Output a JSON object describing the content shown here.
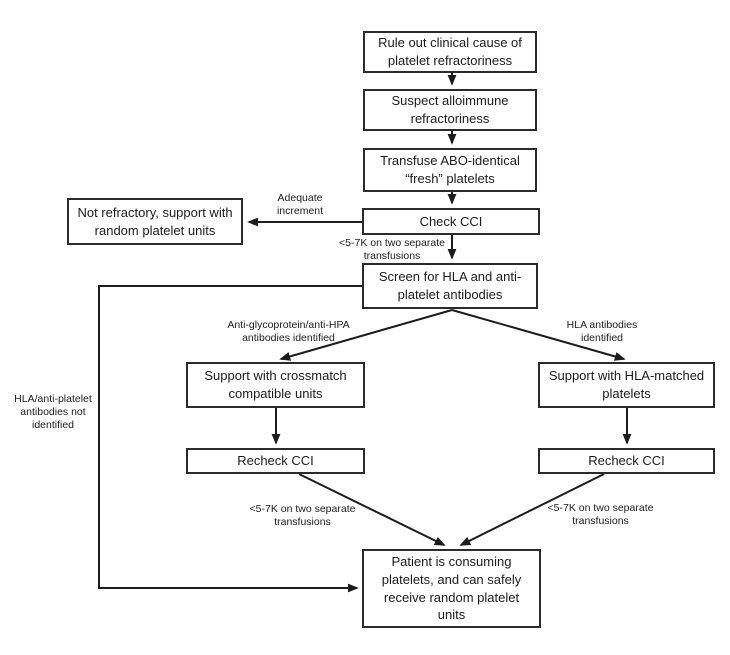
{
  "colors": {
    "background": "#ffffff",
    "box_border": "#2b2b2b",
    "line": "#1c1c1c",
    "text": "#1c1c1c"
  },
  "nodes": {
    "rule_out": "Rule out clinical cause of platelet refractoriness",
    "suspect": "Suspect alloimmune refractoriness",
    "transfuse": "Transfuse ABO-identical “fresh” platelets",
    "check_cci": "Check CCI",
    "not_refractory": "Not refractory, support with random platelet units",
    "screen": "Screen for HLA and anti-platelet antibodies",
    "crossmatch": "Support with crossmatch compatible units",
    "hla_matched": "Support with HLA-matched platelets",
    "recheck_left": "Recheck CCI",
    "recheck_right": "Recheck CCI",
    "patient": "Patient is consuming platelets, and can safely receive random platelet units"
  },
  "edge_labels": {
    "adequate_increment": "Adequate increment",
    "low_cci_top": "<5-7K on two separate transfusions",
    "anti_gp_identified": "Anti-glycoprotein/anti-HPA antibodies identified",
    "hla_identified": "HLA antibodies identified",
    "hla_not_identified": "HLA/anti-platelet antibodies not identified",
    "low_cci_left": "<5-7K on two separate transfusions",
    "low_cci_right": "<5-7K on two separate transfusions"
  }
}
